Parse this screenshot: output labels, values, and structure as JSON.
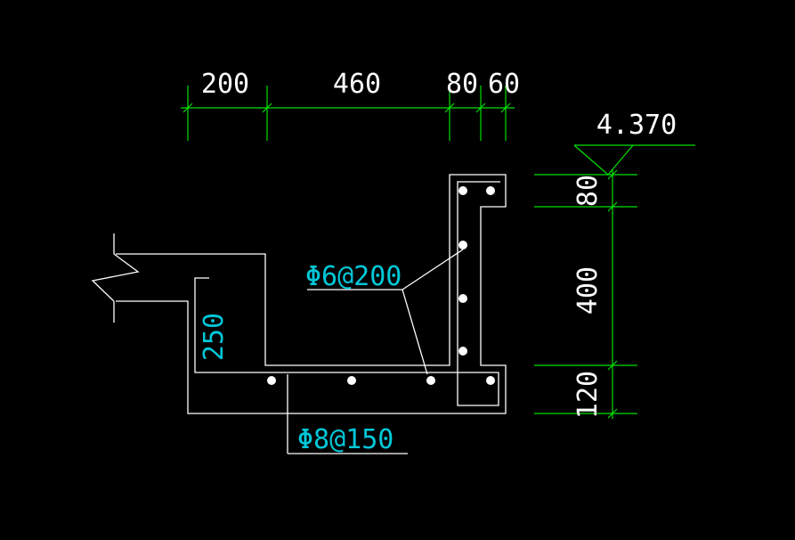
{
  "colors": {
    "background": "#000000",
    "outline": "#ffffff",
    "dimension": "#00e000",
    "annotation": "#00c8d8"
  },
  "dimensions_top": [
    "200",
    "460",
    "80",
    "60"
  ],
  "dimensions_right": [
    "80",
    "400",
    "120"
  ],
  "elevation": "4.370",
  "dimension_left": "250",
  "rebar_labels": {
    "vertical": "Φ6@200",
    "horizontal": "Φ8@150"
  }
}
